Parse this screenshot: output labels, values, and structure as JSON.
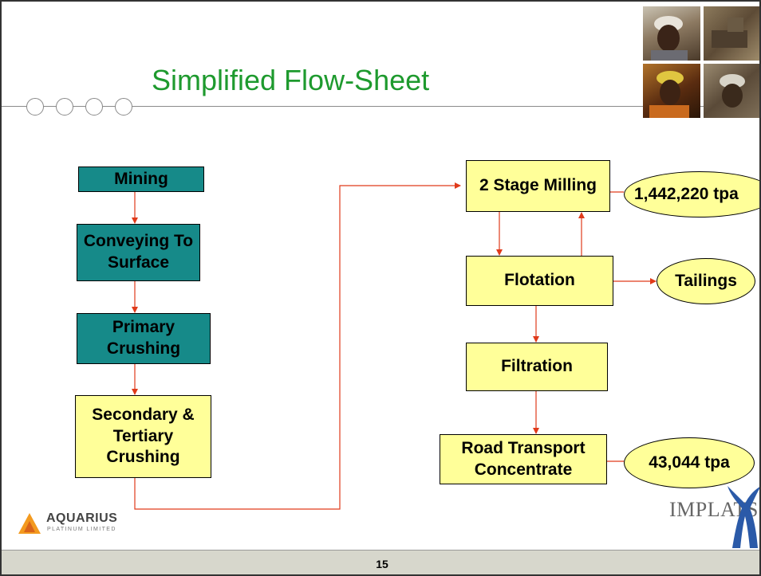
{
  "slide": {
    "title": "Simplified Flow-Sheet",
    "page_number": "15"
  },
  "flow": {
    "mining": "Mining",
    "conveying": "Conveying To Surface",
    "primary_crushing": "Primary Crushing",
    "secondary_tertiary": "Secondary & Tertiary Crushing",
    "milling": "2 Stage Milling",
    "flotation": "Flotation",
    "filtration": "Filtration",
    "road_transport": "Road Transport Concentrate",
    "milling_rate": "1,442,220 tpa",
    "tailings": "Tailings",
    "concentrate_rate": "43,044 tpa"
  },
  "logos": {
    "aquarius_name": "AQUARIUS",
    "aquarius_sub": "PLATINUM LIMITED",
    "implats": "IMPLATS"
  },
  "colors": {
    "title": "#1e9a2e",
    "teal_box": "#168a89",
    "yellow_box": "#ffff99",
    "arrow": "#e03a1a",
    "footer": "#d7d7cc"
  }
}
